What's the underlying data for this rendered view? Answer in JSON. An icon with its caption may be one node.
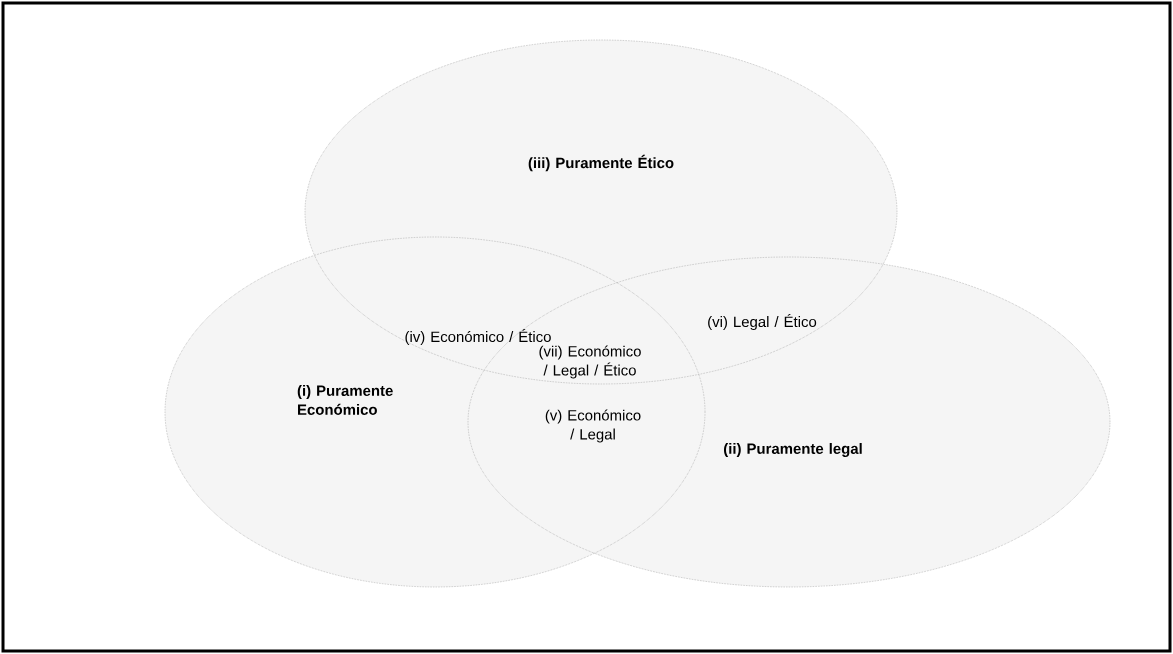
{
  "diagram": {
    "nodes": [
      {
        "text": [
          "(iii) Puramente Ético"
        ]
      },
      {
        "text": [
          "(i) Puramente Económico"
        ]
      },
      {
        "text": [
          "(ii) Puramente legal"
        ]
      }
    ],
    "labels": [
      "(iv) Económico / Ético",
      "(vi) Legal / Ético",
      "(vii) Económico / Legal / Ético",
      "(v) Económico / Legal"
    ]
  }
}
